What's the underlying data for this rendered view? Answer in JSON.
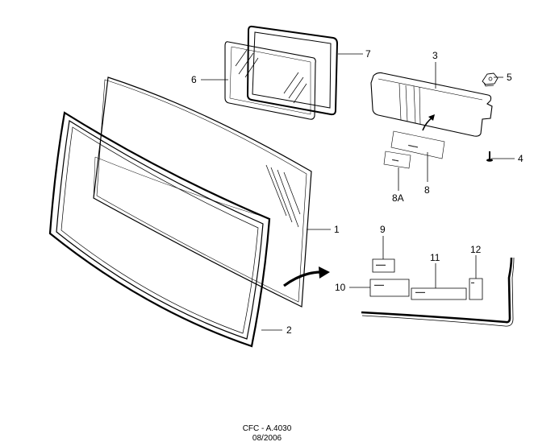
{
  "callouts": {
    "c1": "1",
    "c2": "2",
    "c3": "3",
    "c4": "4",
    "c5": "5",
    "c6": "6",
    "c7": "7",
    "c8": "8",
    "c8a": "8A",
    "c9": "9",
    "c10": "10",
    "c11": "11",
    "c12": "12"
  },
  "footer": {
    "code": "CFC - A.4030",
    "date": "08/2006"
  },
  "colors": {
    "line": "#000000",
    "paper": "#ffffff",
    "hatch": "#555555"
  }
}
